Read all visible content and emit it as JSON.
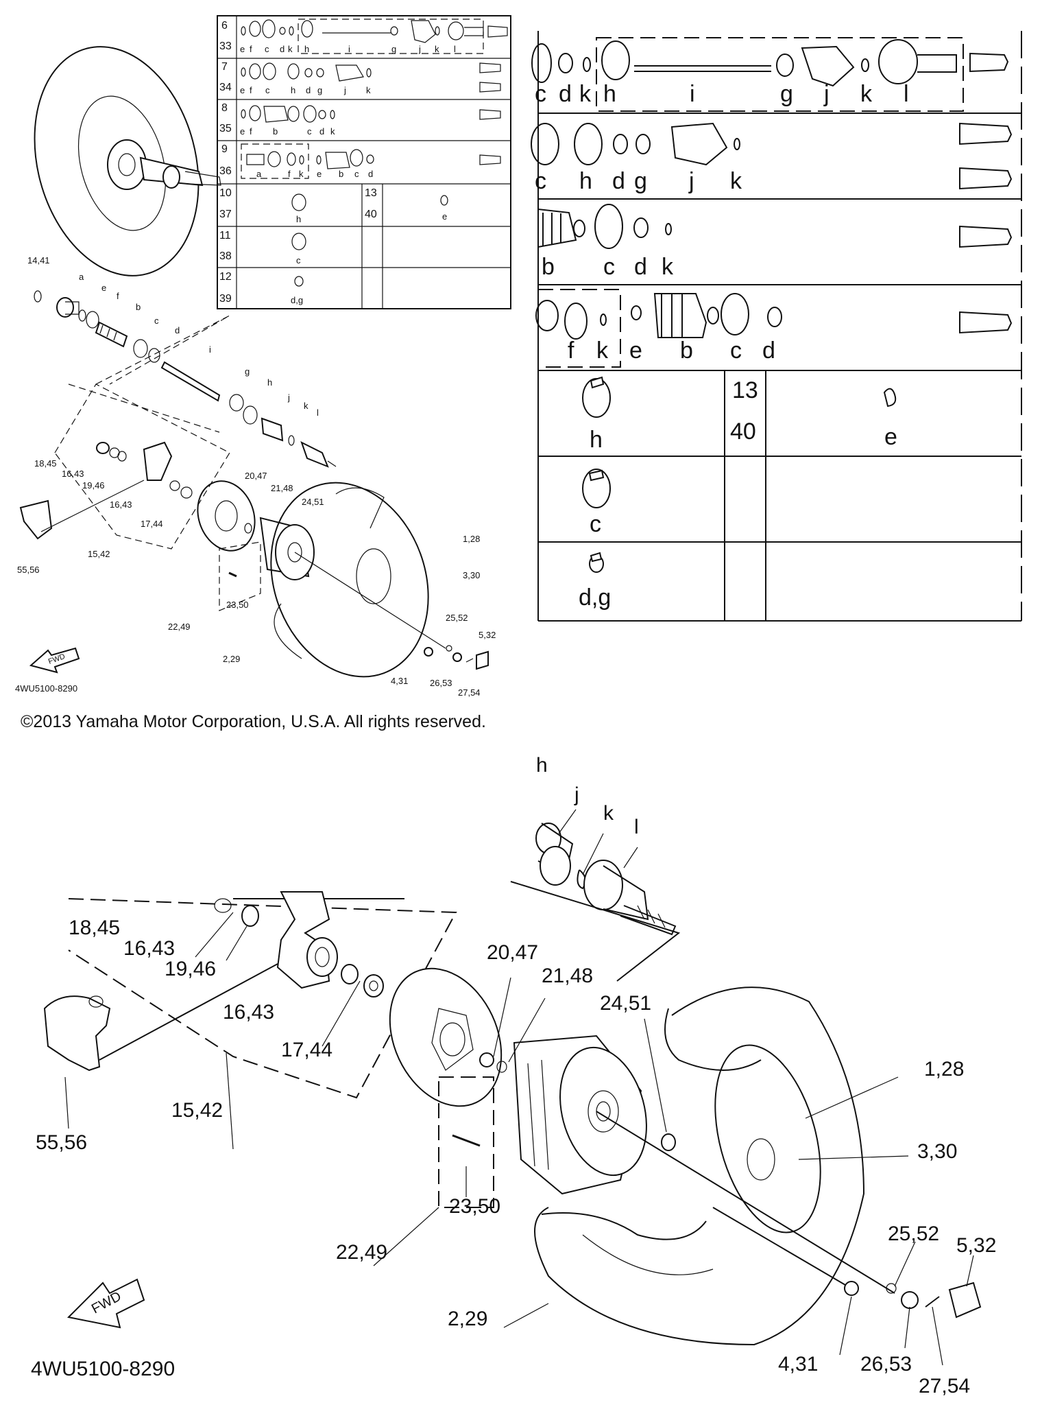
{
  "copyright": "©2013 Yamaha Motor Corporation, U.S.A. All rights reserved.",
  "diagram_code": "4WU5100-8290",
  "fwd_label": "FWD",
  "small_diagram": {
    "part_labels": [
      "14,41",
      "a",
      "e",
      "f",
      "b",
      "c",
      "d",
      "i",
      "g",
      "h",
      "j",
      "k",
      "l",
      "18,45",
      "16,43",
      "19,46",
      "16,43",
      "17,44",
      "15,42",
      "55,56",
      "20,47",
      "21,48",
      "24,51",
      "1,28",
      "3,30",
      "22,49",
      "23,50",
      "2,29",
      "25,52",
      "5,32",
      "4,31",
      "26,53",
      "27,54"
    ]
  },
  "kit_table": {
    "rows": [
      {
        "num": "6",
        "num2": "33",
        "letters": [
          "e",
          "f",
          "c",
          "d",
          "k",
          "h",
          "i",
          "g",
          "j",
          "k",
          "l"
        ]
      },
      {
        "num": "7",
        "num2": "34",
        "letters": [
          "e",
          "f",
          "c",
          "h",
          "d",
          "g",
          "j",
          "k"
        ]
      },
      {
        "num": "8",
        "num2": "35",
        "letters": [
          "e",
          "f",
          "b",
          "c",
          "d",
          "k"
        ]
      },
      {
        "num": "9",
        "num2": "36",
        "letters": [
          "a",
          "f",
          "k",
          "e",
          "b",
          "c",
          "d"
        ]
      },
      {
        "num": "10",
        "num2": "37",
        "letters": [
          "h"
        ],
        "num_b": "13",
        "num_b2": "40",
        "letters_b": [
          "e"
        ]
      },
      {
        "num": "11",
        "num2": "38",
        "letters": [
          "c"
        ]
      },
      {
        "num": "12",
        "num2": "39",
        "letters": [
          "d,g"
        ]
      }
    ]
  },
  "zoom_table": {
    "row1": [
      "c",
      "d",
      "k",
      "h",
      "i",
      "g",
      "j",
      "k",
      "l"
    ],
    "row2": [
      "c",
      "h",
      "d",
      "g",
      "j",
      "k"
    ],
    "row3": [
      "b",
      "c",
      "d",
      "k"
    ],
    "row4": [
      "f",
      "k",
      "e",
      "b",
      "c",
      "d"
    ],
    "row5": {
      "left": "h",
      "num": "13",
      "num2": "40",
      "right": "e"
    },
    "row6": {
      "left": "c"
    },
    "row7": {
      "left": "d,g"
    }
  },
  "zoom_diagram": {
    "labels": [
      "h",
      "j",
      "k",
      "l",
      "18,45",
      "16,43",
      "19,46",
      "16,43",
      "17,44",
      "15,42",
      "55,56",
      "20,47",
      "21,48",
      "24,51",
      "1,28",
      "3,30",
      "23,50",
      "22,49",
      "2,29",
      "25,52",
      "5,32",
      "4,31",
      "26,53",
      "27,54"
    ]
  }
}
